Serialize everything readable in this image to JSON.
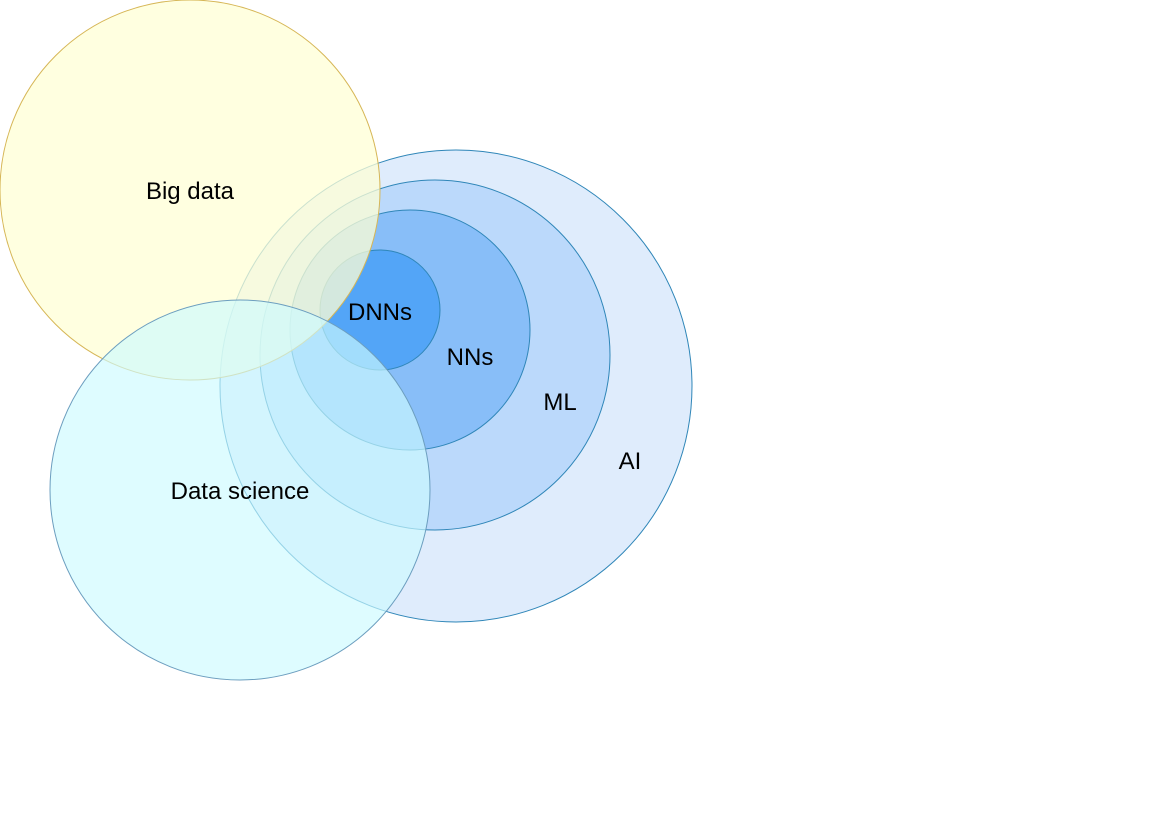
{
  "diagram": {
    "sets": [
      {
        "id": "ai",
        "label": "AI",
        "fill": "#dbeafc",
        "stroke": "#2f86b8",
        "opacity": 0.9
      },
      {
        "id": "ml",
        "label": "ML",
        "fill": "#b8d8fb",
        "stroke": "#2f86b8",
        "opacity": 0.95
      },
      {
        "id": "nns",
        "label": "NNs",
        "fill": "#85bdf8",
        "stroke": "#2f86b8",
        "opacity": 0.95
      },
      {
        "id": "dnns",
        "label": "DNNs",
        "fill": "#53a5f7",
        "stroke": "#2f86b8",
        "opacity": 1
      },
      {
        "id": "big-data",
        "label": "Big data",
        "fill": "#ffffd6",
        "stroke": "#d6b656",
        "opacity": 0.75
      },
      {
        "id": "data-science",
        "label": "Data science",
        "fill": "#ccfbff",
        "stroke": "#6c9ebf",
        "opacity": 0.65
      }
    ]
  }
}
